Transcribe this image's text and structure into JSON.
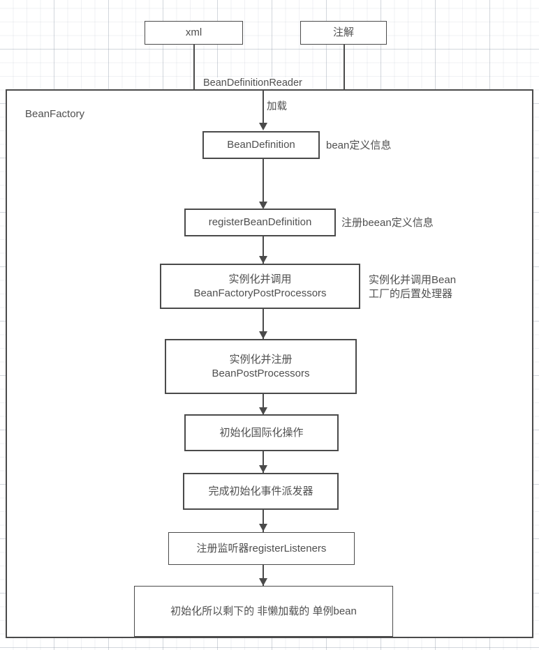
{
  "diagram": {
    "title": "Spring BeanFactory initialization flow",
    "container": {
      "label": "BeanFactory"
    },
    "sources": [
      {
        "id": "xml",
        "label": "xml"
      },
      {
        "id": "annotation",
        "label": "注解"
      }
    ],
    "edge_labels": {
      "reader": "BeanDefinitionReader",
      "load": "加载"
    },
    "nodes": [
      {
        "id": "bean-definition",
        "label": "BeanDefinition"
      },
      {
        "id": "register-bean-definition",
        "label": "registerBeanDefinition"
      },
      {
        "id": "bean-factory-post-processors",
        "label": "实例化并调用\nBeanFactoryPostProcessors"
      },
      {
        "id": "bean-post-processors",
        "label": "实例化并注册\nBeanPostProcessors"
      },
      {
        "id": "init-i18n",
        "label": "初始化国际化操作"
      },
      {
        "id": "init-event-multicaster",
        "label": "完成初始化事件派发器"
      },
      {
        "id": "register-listeners",
        "label": "注册监听器registerListeners"
      },
      {
        "id": "init-singletons",
        "label": "初始化所以剩下的 非懒加载的 单例bean"
      }
    ],
    "annotations": [
      {
        "id": "bean-definition-note",
        "text": "bean定义信息"
      },
      {
        "id": "register-bean-definition-note",
        "text": "注册beean定义信息"
      },
      {
        "id": "bean-factory-post-processors-note",
        "text": "实例化并调用Bean\n工厂的后置处理器"
      }
    ],
    "colors": {
      "stroke": "#4a4a4a",
      "text": "#4f4f4f",
      "background": "#ffffff",
      "grid_major": "#8c96a5",
      "grid_minor": "#a0aab9"
    }
  }
}
